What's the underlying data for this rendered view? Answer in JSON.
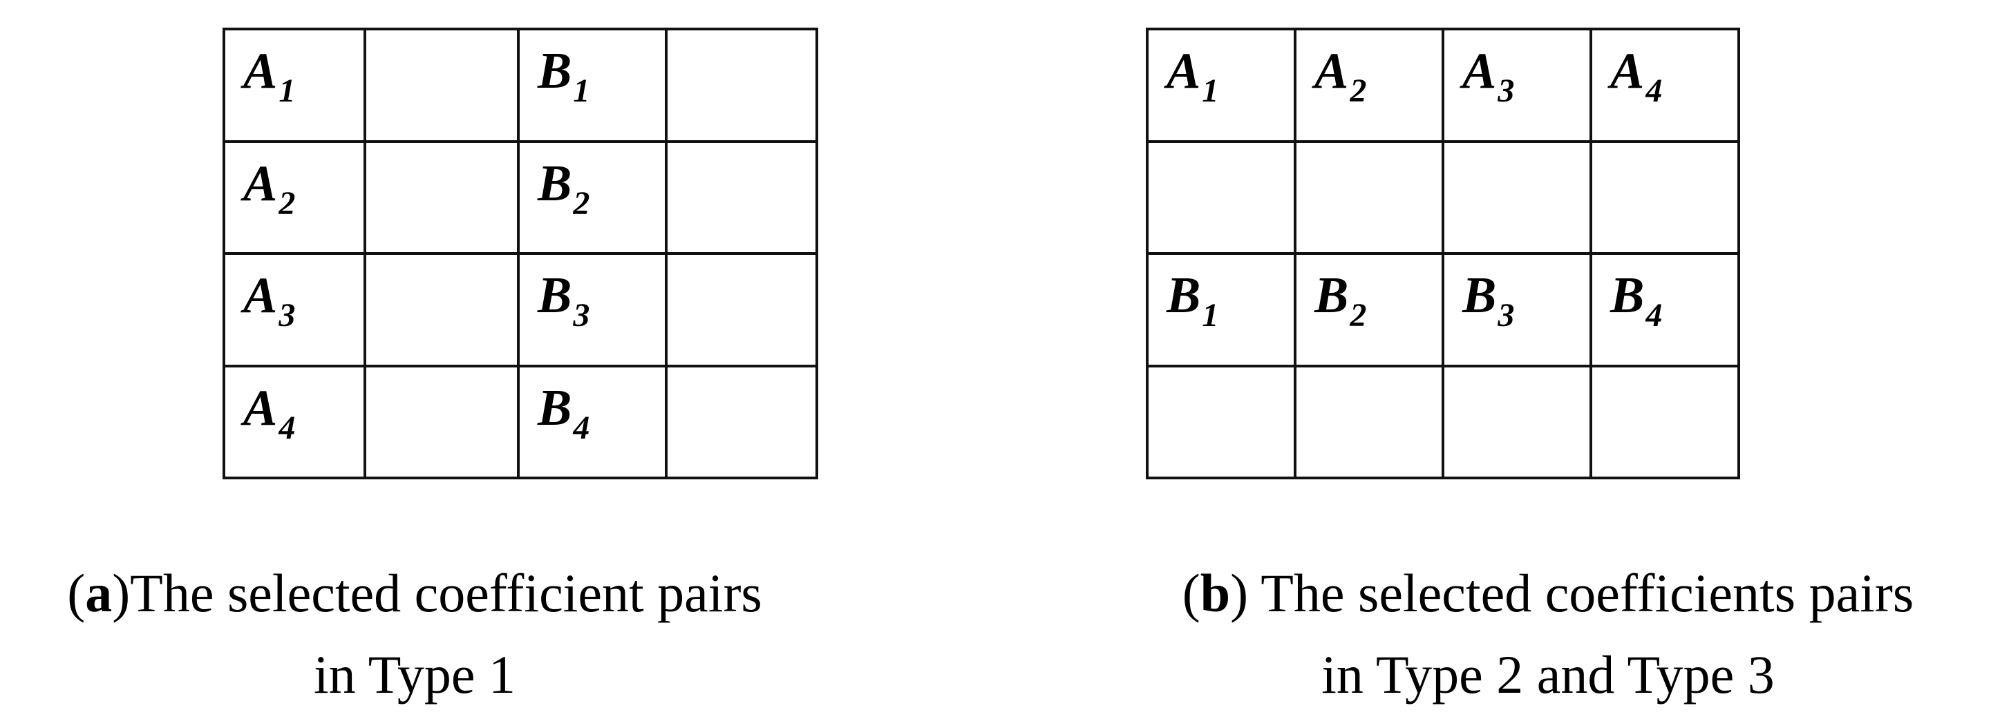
{
  "panel_a": {
    "grid": [
      [
        {
          "base": "A",
          "sub": "1"
        },
        null,
        {
          "base": "B",
          "sub": "1"
        },
        null
      ],
      [
        {
          "base": "A",
          "sub": "2"
        },
        null,
        {
          "base": "B",
          "sub": "2"
        },
        null
      ],
      [
        {
          "base": "A",
          "sub": "3"
        },
        null,
        {
          "base": "B",
          "sub": "3"
        },
        null
      ],
      [
        {
          "base": "A",
          "sub": "4"
        },
        null,
        {
          "base": "B",
          "sub": "4"
        },
        null
      ]
    ],
    "caption": {
      "open": "(",
      "tag": "a",
      "close": ")",
      "text_line1": "The selected coefficient pairs",
      "text_line2": "in Type 1"
    }
  },
  "panel_b": {
    "grid": [
      [
        {
          "base": "A",
          "sub": "1"
        },
        {
          "base": "A",
          "sub": "2"
        },
        {
          "base": "A",
          "sub": "3"
        },
        {
          "base": "A",
          "sub": "4"
        }
      ],
      [
        null,
        null,
        null,
        null
      ],
      [
        {
          "base": "B",
          "sub": "1"
        },
        {
          "base": "B",
          "sub": "2"
        },
        {
          "base": "B",
          "sub": "3"
        },
        {
          "base": "B",
          "sub": "4"
        }
      ],
      [
        null,
        null,
        null,
        null
      ]
    ],
    "caption": {
      "open": "(",
      "tag": "b",
      "close": ")",
      "text_line1": " The selected coefficients pairs",
      "text_line2": "in Type 2 and Type 3"
    }
  }
}
